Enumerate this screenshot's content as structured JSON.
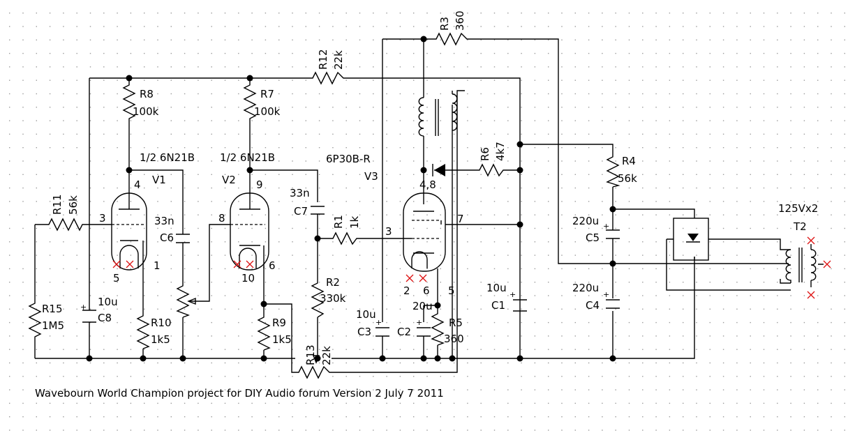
{
  "caption": "Wavebourn World Champion project for DIY Audio forum Version 2 July 7 2011",
  "tubes": {
    "v1": {
      "ref": "V1",
      "type": "1/2 6N21B",
      "pins": {
        "plate": "4",
        "grid": "3",
        "heater_a": "5",
        "cathode": "1"
      }
    },
    "v2": {
      "ref": "V2",
      "type": "1/2 6N21B",
      "pins": {
        "plate": "9",
        "grid": "8",
        "heater_a": "10",
        "cathode": "6"
      }
    },
    "v3": {
      "ref": "V3",
      "type": "6P30B-R",
      "pins": {
        "plate": "4,8",
        "grid": "3",
        "screen": "7",
        "heater_a": "2",
        "cathode": "6",
        "g3": "5"
      }
    }
  },
  "resistors": {
    "r1": {
      "ref": "R1",
      "value": "1k"
    },
    "r2": {
      "ref": "R2",
      "value": "330k"
    },
    "r3": {
      "ref": "R3",
      "value": "360"
    },
    "r4": {
      "ref": "R4",
      "value": "56k"
    },
    "r5": {
      "ref": "R5",
      "value": "360"
    },
    "r6": {
      "ref": "R6",
      "value": "4k7"
    },
    "r7": {
      "ref": "R7",
      "value": "100k"
    },
    "r8": {
      "ref": "R8",
      "value": "100k"
    },
    "r9": {
      "ref": "R9",
      "value": "1k5"
    },
    "r10": {
      "ref": "R10",
      "value": "1k5"
    },
    "r11": {
      "ref": "R11",
      "value": "56k"
    },
    "r12": {
      "ref": "R12",
      "value": "22k"
    },
    "r13": {
      "ref": "R13",
      "value": "22k"
    },
    "r15": {
      "ref": "R15",
      "value": "1M5"
    }
  },
  "capacitors": {
    "c1": {
      "ref": "C1",
      "value": "10u"
    },
    "c2": {
      "ref": "C2",
      "value": "20u"
    },
    "c3": {
      "ref": "C3",
      "value": "10u"
    },
    "c4": {
      "ref": "C4",
      "value": "220u"
    },
    "c5": {
      "ref": "C5",
      "value": "220u"
    },
    "c6": {
      "ref": "C6",
      "value": "33n"
    },
    "c7": {
      "ref": "C7",
      "value": "33n"
    },
    "c8": {
      "ref": "C8",
      "value": "10u"
    }
  },
  "transformer": {
    "ref": "T2",
    "value": "125Vx2"
  },
  "polarity_mark": "+"
}
